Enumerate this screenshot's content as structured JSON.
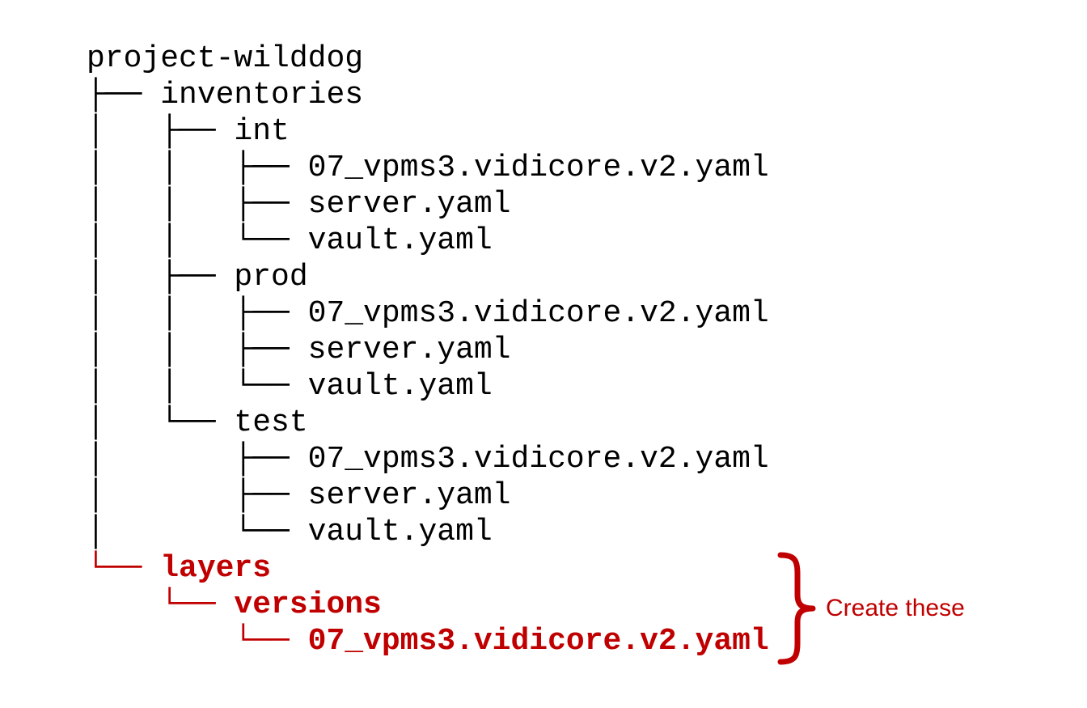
{
  "colors": {
    "background": "#ffffff",
    "tree_text": "#000000",
    "highlight": "#c00000"
  },
  "tree": {
    "root": "project-wilddog",
    "lines": [
      {
        "text": "project-wilddog",
        "highlight": false
      },
      {
        "text": "├── inventories",
        "highlight": false
      },
      {
        "text": "│   ├── int",
        "highlight": false
      },
      {
        "text": "│   │   ├── 07_vpms3.vidicore.v2.yaml",
        "highlight": false
      },
      {
        "text": "│   │   ├── server.yaml",
        "highlight": false
      },
      {
        "text": "│   │   └── vault.yaml",
        "highlight": false
      },
      {
        "text": "│   ├── prod",
        "highlight": false
      },
      {
        "text": "│   │   ├── 07_vpms3.vidicore.v2.yaml",
        "highlight": false
      },
      {
        "text": "│   │   ├── server.yaml",
        "highlight": false
      },
      {
        "text": "│   │   └── vault.yaml",
        "highlight": false
      },
      {
        "text": "│   └── test",
        "highlight": false
      },
      {
        "text": "│       ├── 07_vpms3.vidicore.v2.yaml",
        "highlight": false
      },
      {
        "text": "│       ├── server.yaml",
        "highlight": false
      },
      {
        "text": "│       └── vault.yaml",
        "highlight": false
      },
      {
        "text": "└── layers",
        "highlight": true
      },
      {
        "text": "    └── versions",
        "highlight": true
      },
      {
        "text": "        └── 07_vpms3.vidicore.v2.yaml",
        "highlight": true
      }
    ]
  },
  "annotation": {
    "label": "Create these",
    "brace_icon": "right-curly-brace"
  }
}
